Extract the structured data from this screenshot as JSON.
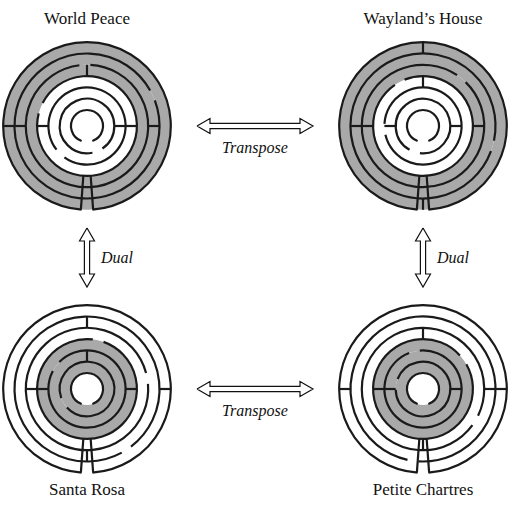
{
  "diagram": {
    "nodes": [
      {
        "text": [
          "World Peace"
        ]
      },
      {
        "text": [
          "Wayland’s House"
        ]
      },
      {
        "text": [
          "Santa Rosa"
        ]
      },
      {
        "text": [
          "Petite Chartres"
        ]
      }
    ],
    "edges": [
      {
        "from": 0,
        "to": 1,
        "arrow": "both",
        "label": "Transpose"
      },
      {
        "from": 0,
        "to": 2,
        "arrow": "both",
        "label": "Dual"
      },
      {
        "from": 1,
        "to": 3,
        "arrow": "both",
        "label": "Dual"
      },
      {
        "from": 2,
        "to": 3,
        "arrow": "both",
        "label": "Transpose"
      }
    ]
  }
}
